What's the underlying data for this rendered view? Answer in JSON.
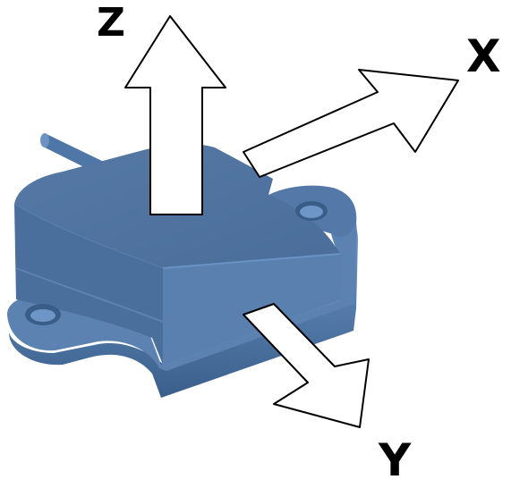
{
  "axes": {
    "z_label": "Z",
    "x_label": "X",
    "y_label": "Y"
  },
  "colors": {
    "body_top": "#4f74a1",
    "body_side": "#3e618c",
    "body_edge": "#6a93c5",
    "arrow_fill": "#ffffff",
    "arrow_stroke": "#000000",
    "label": "#000000"
  }
}
